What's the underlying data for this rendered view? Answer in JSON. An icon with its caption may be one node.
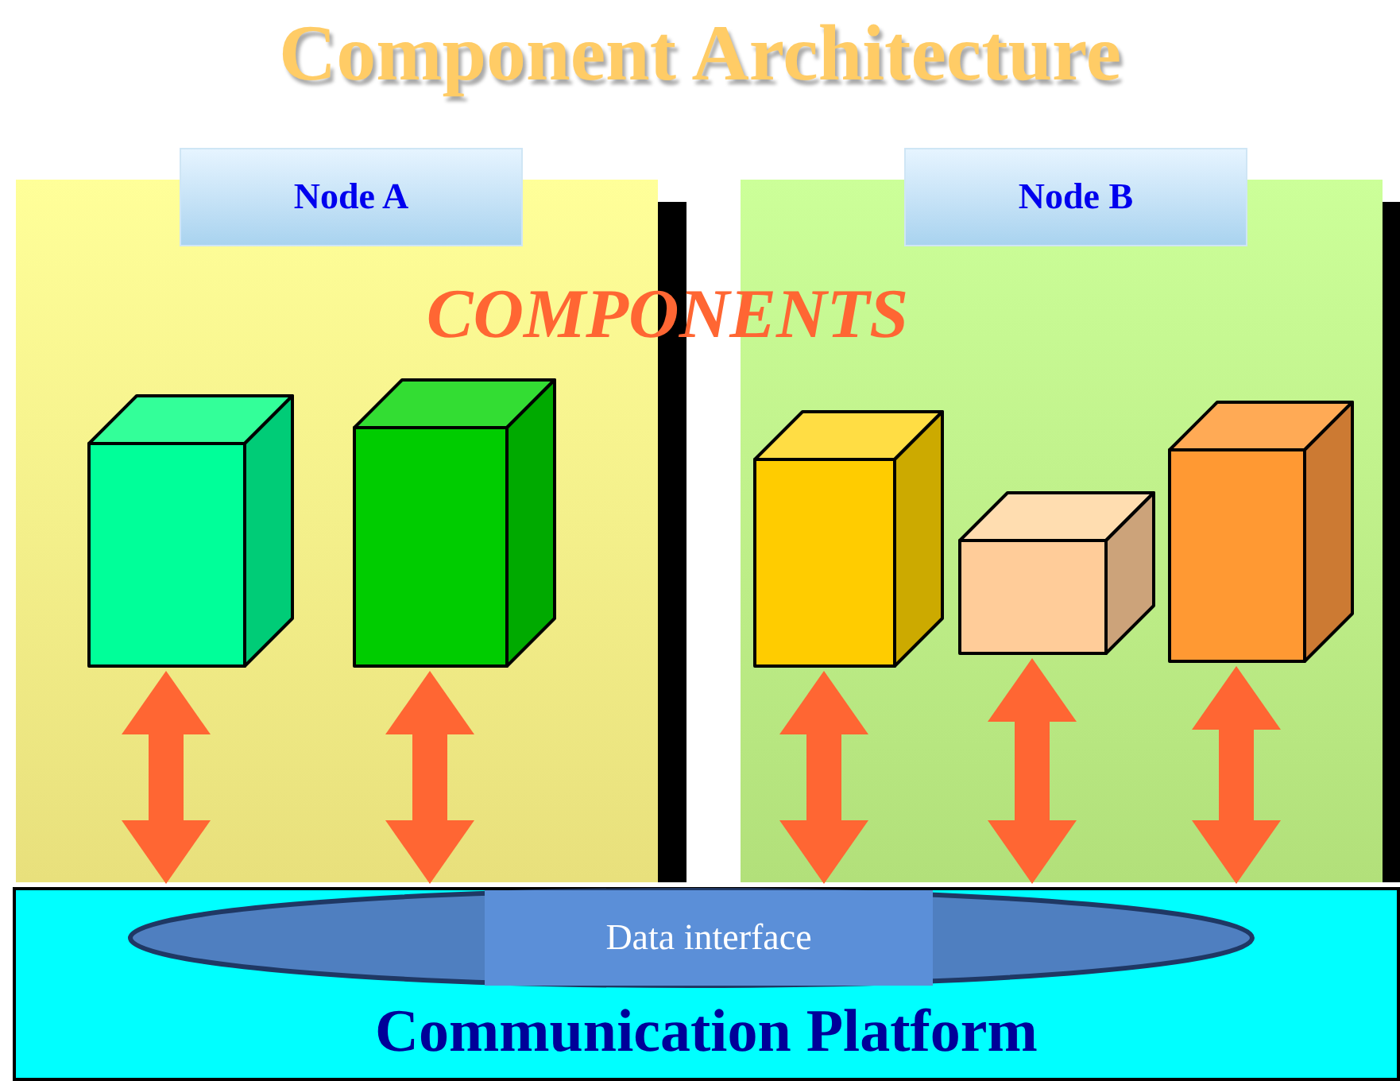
{
  "diagram": {
    "title": "Component Architecture",
    "nodes": [
      {
        "text": [
          "Node A"
        ]
      },
      {
        "text": [
          "Node B"
        ]
      },
      {
        "text": [],
        "shape": "box",
        "in": 0
      },
      {
        "text": [],
        "shape": "box",
        "in": 0
      },
      {
        "text": [],
        "shape": "box",
        "in": 1
      },
      {
        "text": [],
        "shape": "box",
        "in": 1
      },
      {
        "text": [],
        "shape": "box",
        "in": 1
      },
      {
        "text": [
          "Communication Platform"
        ]
      },
      {
        "text": [
          "Data interface"
        ],
        "in": 7
      }
    ],
    "edges": [
      {
        "from": 2,
        "to": 7,
        "arrow": "both"
      },
      {
        "from": 3,
        "to": 7,
        "arrow": "both"
      },
      {
        "from": 4,
        "to": 7,
        "arrow": "both"
      },
      {
        "from": 5,
        "to": 7,
        "arrow": "both"
      },
      {
        "from": 6,
        "to": 7,
        "arrow": "both"
      }
    ],
    "labels": [
      "COMPONENTS"
    ]
  }
}
